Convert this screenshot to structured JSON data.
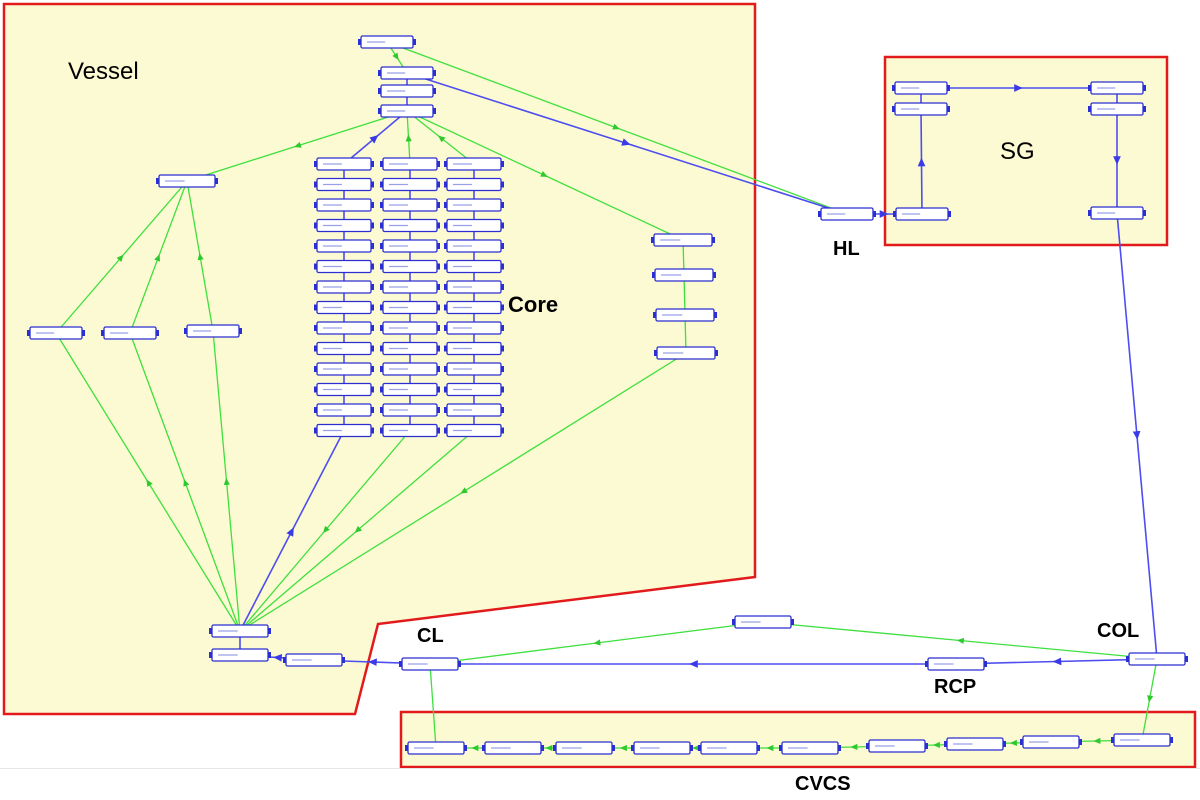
{
  "regions": {
    "vessel": "Vessel",
    "sg": "SG",
    "core": "Core",
    "hl": "HL",
    "cl": "CL",
    "col": "COL",
    "rcp": "RCP",
    "cvcs": "CVCS"
  },
  "colors": {
    "panel_fill": "#fcfad2",
    "panel_border": "#e31a1c",
    "node_fill": "#ffffff",
    "node_border": "#2b2fd1",
    "blue_link": "#4d4df0",
    "green_link": "#3ee03e"
  }
}
